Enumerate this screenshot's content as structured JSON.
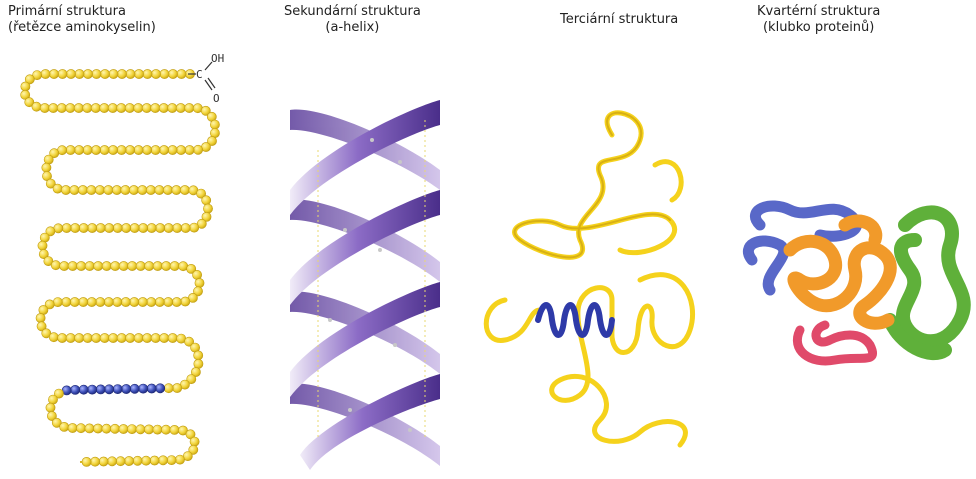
{
  "panels": [
    {
      "title": "Primární struktura",
      "subtitle": "(řetězce aminokyselin)"
    },
    {
      "title": "Sekundární struktura",
      "subtitle": "(a-helix)"
    },
    {
      "title": "Terciární struktura",
      "subtitle": ""
    },
    {
      "title": "Kvartérní struktura",
      "subtitle": "(klubko proteinů)"
    }
  ],
  "carboxyl": {
    "oh": "OH",
    "c": "C",
    "o": "O"
  },
  "colors": {
    "amino_acid": "#f2d43a",
    "amino_acid_highlight": "#3d4fb8",
    "helix_ribbon": "#6a4aa8",
    "tertiary_ribbon": "#f5d21c",
    "tertiary_helix": "#2e3aa8",
    "quaternary_blue": "#5968c8",
    "quaternary_orange": "#f19a2a",
    "quaternary_green": "#5fb03a",
    "quaternary_red": "#e04a6a"
  }
}
